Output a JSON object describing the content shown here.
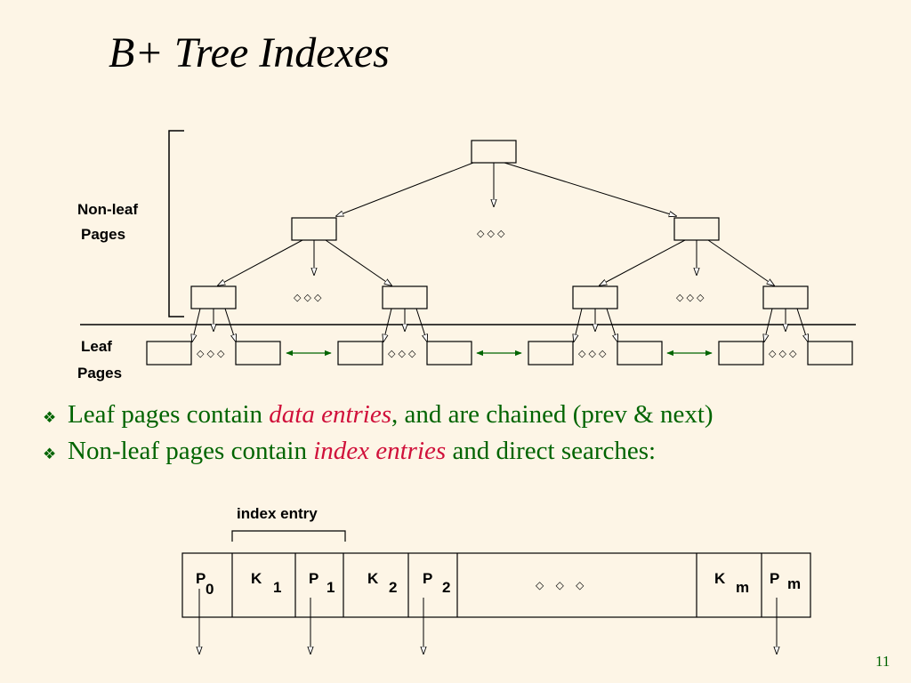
{
  "slide": {
    "title": "B+ Tree Indexes",
    "page_number": "11"
  },
  "tree": {
    "nonleaf_label_line1": "Non-leaf",
    "nonleaf_label_line2": "Pages",
    "leaf_label_line1": "Leaf",
    "leaf_label_line2": "Pages",
    "ellipsis": "◇ ◇ ◇"
  },
  "bullets": [
    {
      "before": "Leaf pages contain ",
      "emph": "data entries",
      "after": ", and are chained (prev & next)"
    },
    {
      "before": "Non-leaf pages contain ",
      "emph": "index entries",
      "after": " and direct searches:"
    }
  ],
  "index_entry": {
    "label": "index entry",
    "p0": "P",
    "p0_sub": "0",
    "k1": "K",
    "k1_sub": "1",
    "p1": "P",
    "p1_sub": "1",
    "k2": "K",
    "k2_sub": "2",
    "p2": "P",
    "p2_sub": "2",
    "km": "K",
    "km_sub": "m",
    "pm": "P",
    "pm_sub": "m",
    "ellipsis": "◇    ◇    ◇"
  },
  "colors": {
    "background": "#fdf5e6",
    "bullet_text": "#006400",
    "emphasis": "#d0103a",
    "leaf_link": "#006400"
  }
}
